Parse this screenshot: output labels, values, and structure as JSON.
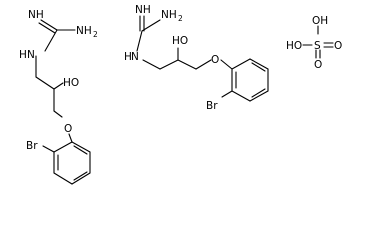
{
  "diagram": {
    "molecule_left": {
      "labels": {
        "guanidine_nh": "NH",
        "guanidine_nh2": "NH",
        "guanidine_nh2_sub": "2",
        "amine_nh": "N",
        "amine_h": "H",
        "hydroxyl": "HO",
        "ether_o": "O",
        "bromo": "Br"
      }
    },
    "molecule_right": {
      "labels": {
        "guanidine_nh": "NH",
        "guanidine_nh2": "NH",
        "guanidine_nh2_sub": "2",
        "amine_nh": "N",
        "amine_h": "H",
        "hydroxyl": "HO",
        "ether_o": "O",
        "bromo": "Br"
      }
    },
    "sulfuric_acid": {
      "labels": {
        "oh_top": "OH",
        "oh_left": "HO",
        "sulfur": "S",
        "o_right": "O",
        "o_bottom": "O"
      }
    }
  }
}
